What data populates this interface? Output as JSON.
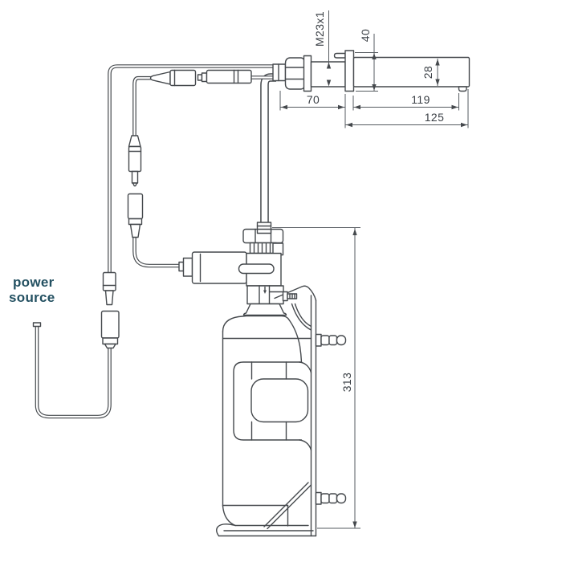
{
  "labels": {
    "power_source_line1": "power",
    "power_source_line2": "source"
  },
  "dimensions": {
    "thread": "M23x1",
    "flange_diameter": "40",
    "spout_diameter": "28",
    "spout_rear_length": "70",
    "spout_front_length": "119",
    "spout_total_length": "125",
    "unit_height": "313"
  },
  "colors": {
    "background": "#ffffff",
    "line": "#45494d",
    "dimension_text": "#3a3f45",
    "power_label_text": "#235061"
  }
}
